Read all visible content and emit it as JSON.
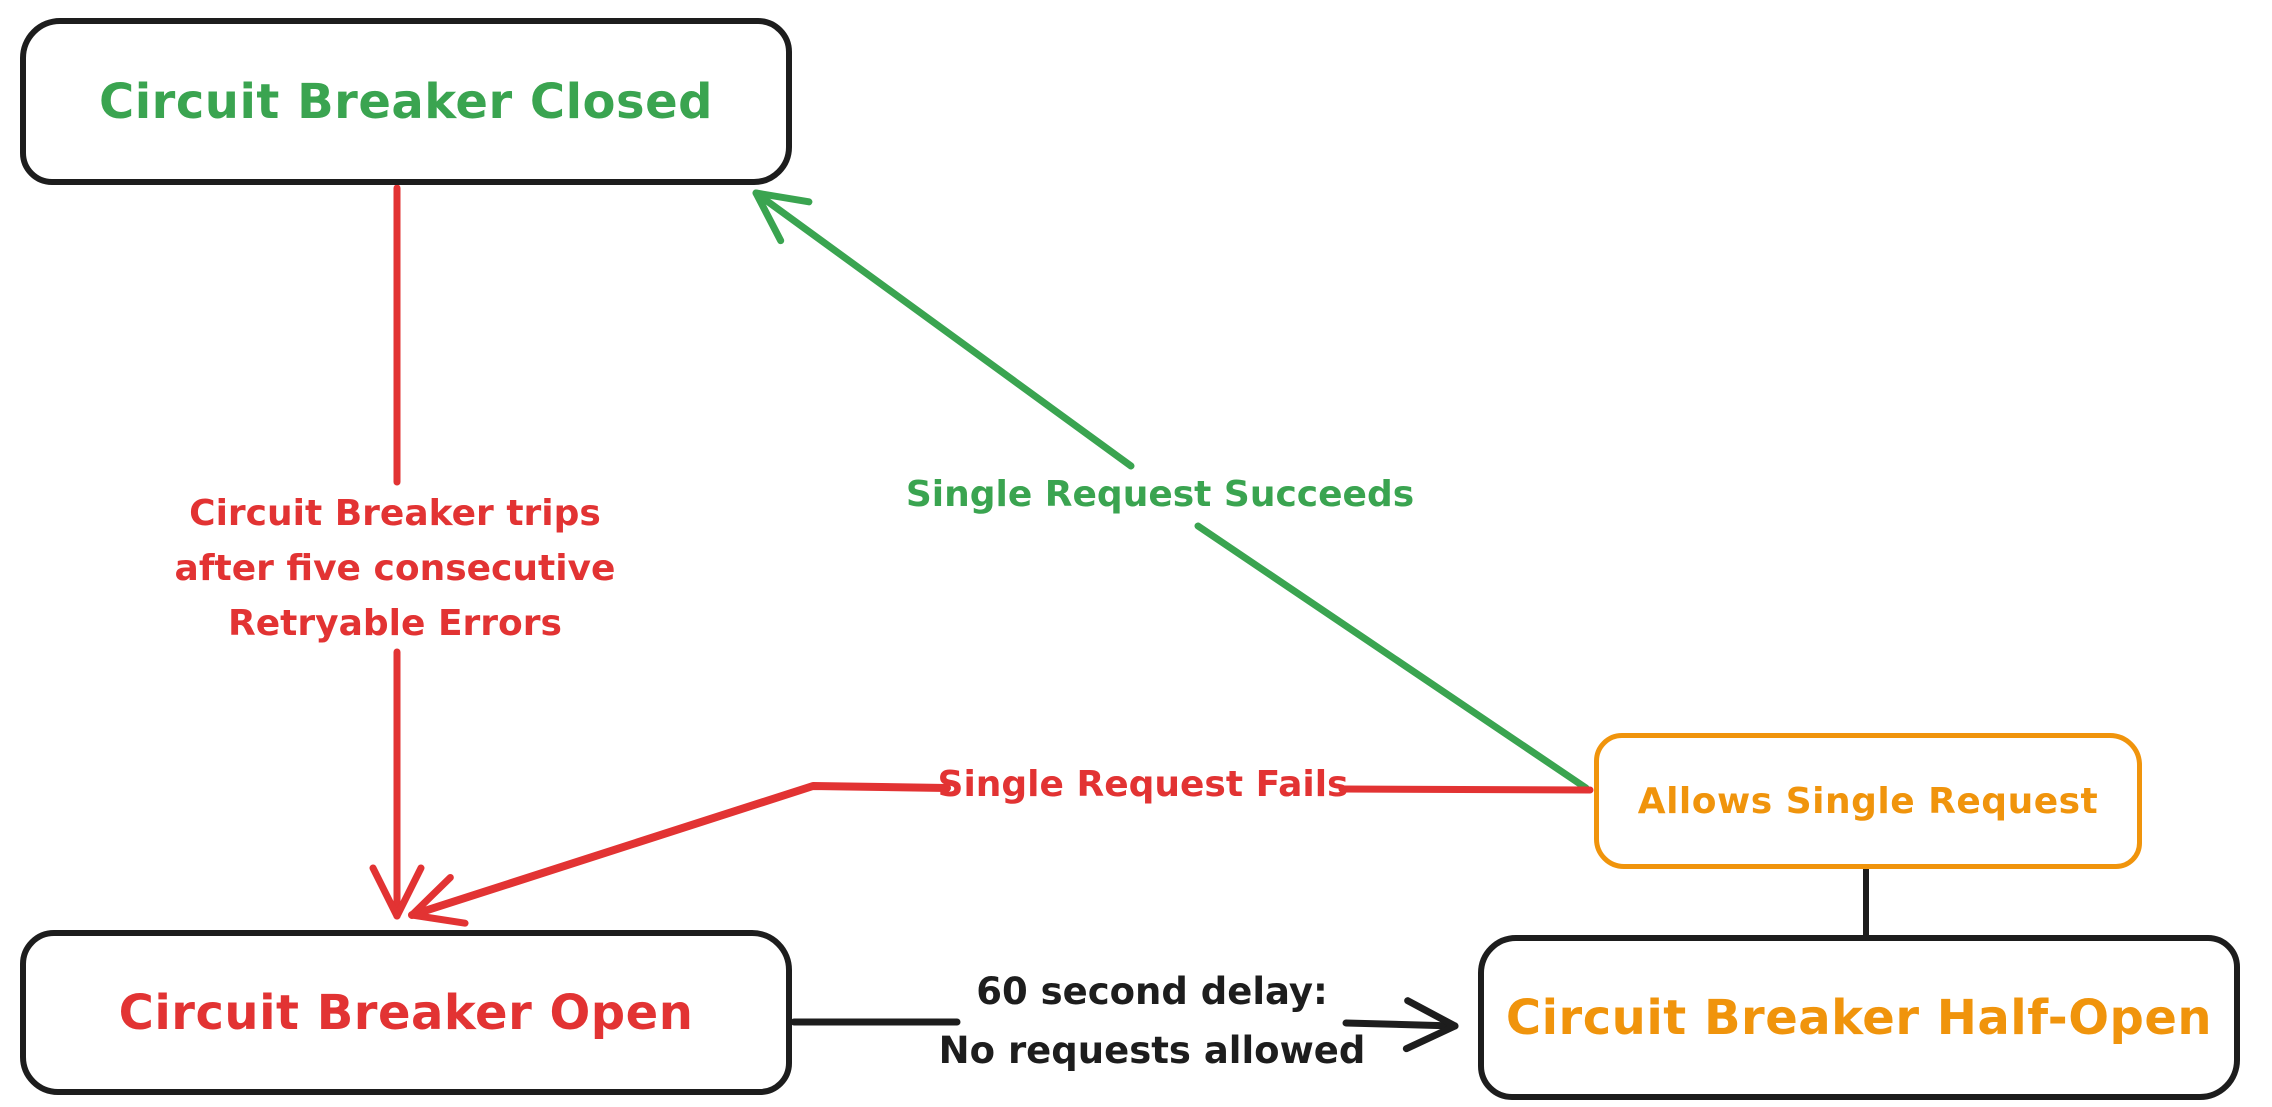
{
  "colors": {
    "ink": "#1d1d1d",
    "red": "#e23333",
    "green": "#3aa450",
    "orange": "#f0940c",
    "background": "#ffffff"
  },
  "nodes": {
    "closed": {
      "label": "Circuit Breaker Closed",
      "label_color": "#3aa450",
      "border_color": "#1d1d1d"
    },
    "open": {
      "label": "Circuit Breaker Open",
      "label_color": "#e23333",
      "border_color": "#1d1d1d"
    },
    "half_open": {
      "label": "Circuit Breaker Half-Open",
      "label_color": "#f0940c",
      "border_color": "#1d1d1d"
    },
    "allows": {
      "label": "Allows Single Request",
      "label_color": "#f0940c",
      "border_color": "#f0940c"
    }
  },
  "edges": {
    "trips": {
      "from": "closed",
      "to": "open",
      "label": "Circuit Breaker trips\nafter five consecutive\nRetryable Errors",
      "color": "#e23333"
    },
    "succeeds": {
      "from": "allows",
      "to": "closed",
      "label": "Single Request Succeeds",
      "color": "#3aa450"
    },
    "fails": {
      "from": "allows",
      "to": "open",
      "label": "Single Request Fails",
      "color": "#e23333"
    },
    "delay": {
      "from": "open",
      "to": "half_open",
      "label": "60 second delay:\nNo requests allowed",
      "color": "#1d1d1d"
    },
    "probe": {
      "from": "half_open",
      "to": "allows",
      "label": "",
      "color": "#1d1d1d"
    }
  }
}
